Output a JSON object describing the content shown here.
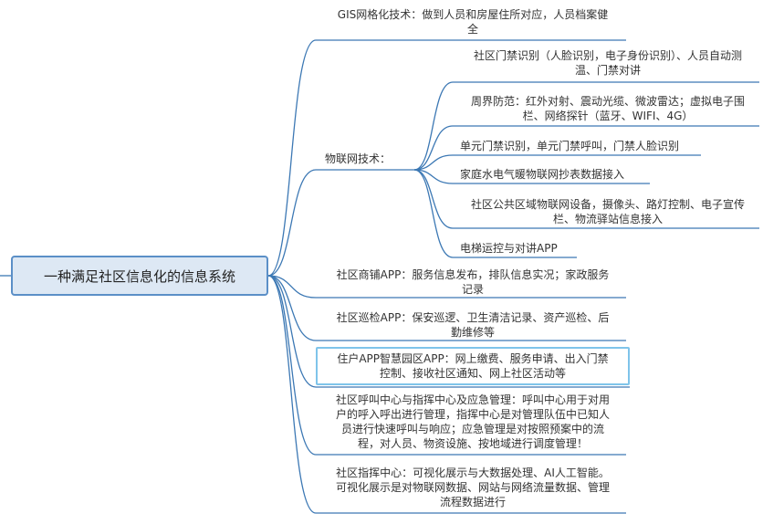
{
  "root": {
    "label": "一种满足社区信息化的信息系统"
  },
  "branches": {
    "gis": [
      "GIS网格化技术：做到人员和房屋住所对应，人员档案健",
      "全"
    ],
    "iot": "物联网技术：",
    "shop": [
      "社区商铺APP：服务信息发布，排队信息实况；家政服务",
      "记录"
    ],
    "patrol": [
      "社区巡检APP：保安巡逻、卫生清洁记录、资产巡检、后",
      "勤维修等"
    ],
    "resident": [
      "住户APP智慧园区APP：网上缴费、服务申请、出入门禁",
      "控制、接收社区通知、网上社区活动等"
    ],
    "callcenter": [
      "社区呼叫中心与指挥中心及应急管理：呼叫中心用于对用",
      "户的呼入呼出进行管理，指挥中心是对管理队伍中已知人",
      "员进行快速呼叫与响应；应急管理是对按照预案中的流",
      "程，对人员、物资设施、按地域进行调度管理！"
    ],
    "command": [
      "社区指挥中心：可视化展示与大数据处理、AI人工智能。",
      "可视化展示是对物联网数据、网站与网络流量数据、管理",
      "流程数据进行"
    ]
  },
  "iot_children": {
    "access": [
      "社区门禁识别（人脸识别，电子身份识别）、人员自动测",
      "温、门禁对讲"
    ],
    "perimeter": [
      "周界防范：红外对射、震动光缆、微波雷达；虚拟电子围",
      "栏、网络探针（蓝牙、WIFI、4G）"
    ],
    "unit": "单元门禁识别，单元门禁呼叫，门禁人脸识别",
    "meter": "家庭水电气暖物联网抄表数据接入",
    "public": [
      "社区公共区域物联网设备，摄像头、路灯控制、电子宣传",
      "栏、物流驿站信息接入"
    ],
    "elevator": "电梯运控与对讲APP"
  },
  "colors": {
    "line": "#3c78b4",
    "root_fill": "#dde8f4",
    "root_border": "#5b8fc7",
    "selected_border": "#7fc4ea"
  }
}
